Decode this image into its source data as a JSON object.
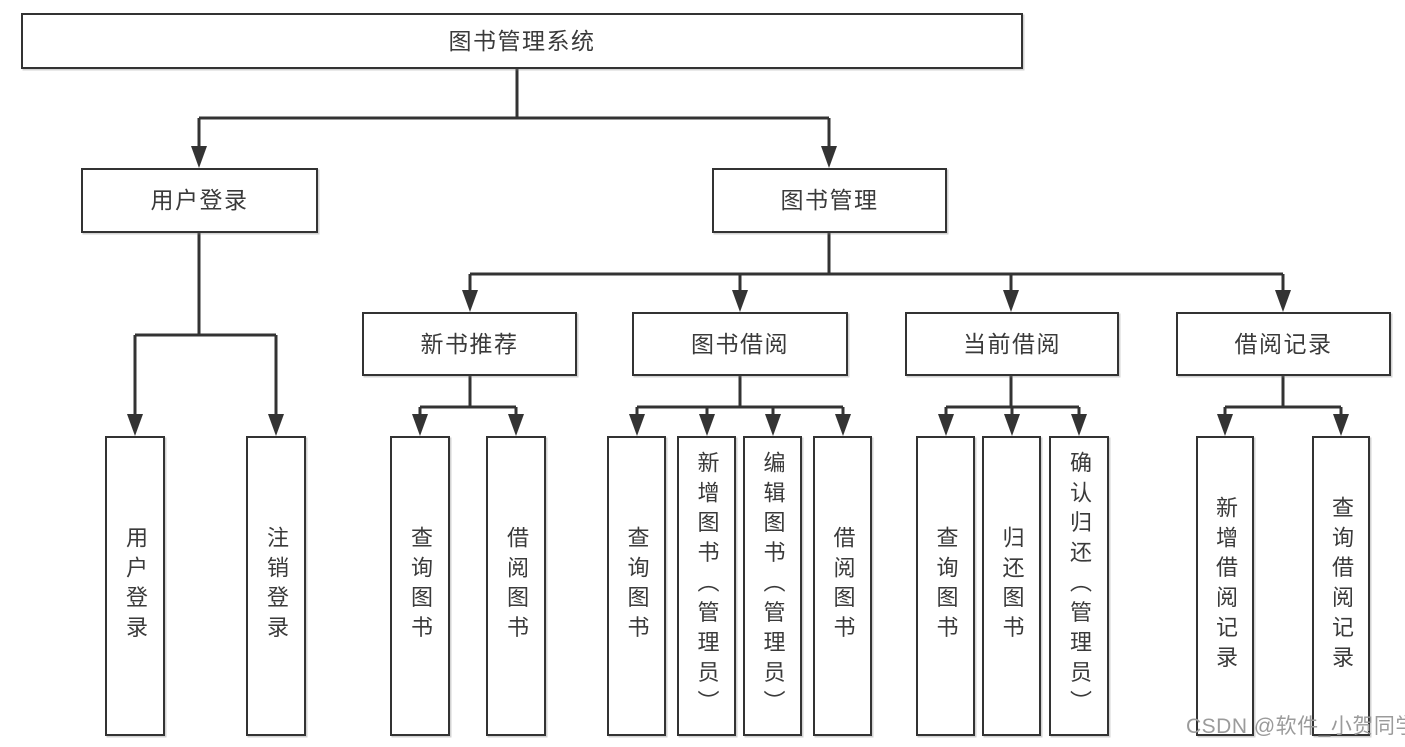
{
  "diagram": {
    "root_label": "图书管理系统",
    "level2": [
      {
        "label": "用户登录",
        "leaves": [
          "用户登录",
          "注销登录"
        ]
      },
      {
        "label": "图书管理",
        "groups": [
          {
            "label": "新书推荐",
            "leaves": [
              "查询图书",
              "借阅图书"
            ]
          },
          {
            "label": "图书借阅",
            "leaves": [
              "查询图书",
              "新增图书（管理员）",
              "编辑图书（管理员）",
              "借阅图书"
            ]
          },
          {
            "label": "当前借阅",
            "leaves": [
              "查询图书",
              "归还图书",
              "确认归还（管理员）"
            ]
          },
          {
            "label": "借阅记录",
            "leaves": [
              "新增借阅记录",
              "查询借阅记录"
            ]
          }
        ]
      }
    ]
  },
  "watermark": {
    "text": "CSDN @软件_小贺同学"
  },
  "colors": {
    "line": "#333333",
    "text": "#3a3a3a",
    "watermark": "#9b9b9b",
    "background": "#ffffff"
  }
}
